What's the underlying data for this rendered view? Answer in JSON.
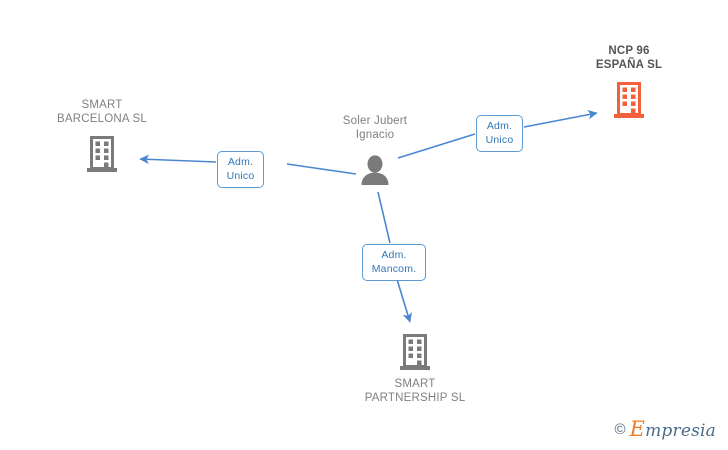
{
  "diagram": {
    "type": "corporate-relationship-graph",
    "background_color": "#ffffff",
    "edge_color": "#4a86d0",
    "label_border_color": "#5b9bd5",
    "label_text_color": "#2f77b8",
    "nodes": [
      {
        "id": "smart-barcelona",
        "label": "SMART\nBARCELONA SL",
        "icon": "building-icon",
        "icon_color": "#7a7a7a",
        "emphasis": "normal",
        "label_position": "above"
      },
      {
        "id": "ncp96-espana",
        "label": "NCP 96\nESPAÑA SL",
        "icon": "building-icon",
        "icon_color": "#f4603c",
        "emphasis": "bold",
        "label_position": "above"
      },
      {
        "id": "soler-jubert-ignacio",
        "label": "Soler Jubert\nIgnacio",
        "icon": "person-icon",
        "icon_color": "#7a7a7a",
        "emphasis": "normal",
        "label_position": "above"
      },
      {
        "id": "smart-partnership",
        "label": "SMART\nPARTNERSHIP SL",
        "icon": "building-icon",
        "icon_color": "#7a7a7a",
        "emphasis": "normal",
        "label_position": "below"
      }
    ],
    "edges": [
      {
        "id": "edge-barcelona",
        "from": "soler-jubert-ignacio",
        "to": "smart-barcelona",
        "label": "Adm.\nUnico"
      },
      {
        "id": "edge-ncp96",
        "from": "soler-jubert-ignacio",
        "to": "ncp96-espana",
        "label": "Adm.\nUnico"
      },
      {
        "id": "edge-partnership",
        "from": "soler-jubert-ignacio",
        "to": "smart-partnership",
        "label": "Adm.\nMancom."
      }
    ]
  },
  "watermark": {
    "copyright": "©",
    "brand_first_letter": "E",
    "brand_rest": "mpresia"
  }
}
